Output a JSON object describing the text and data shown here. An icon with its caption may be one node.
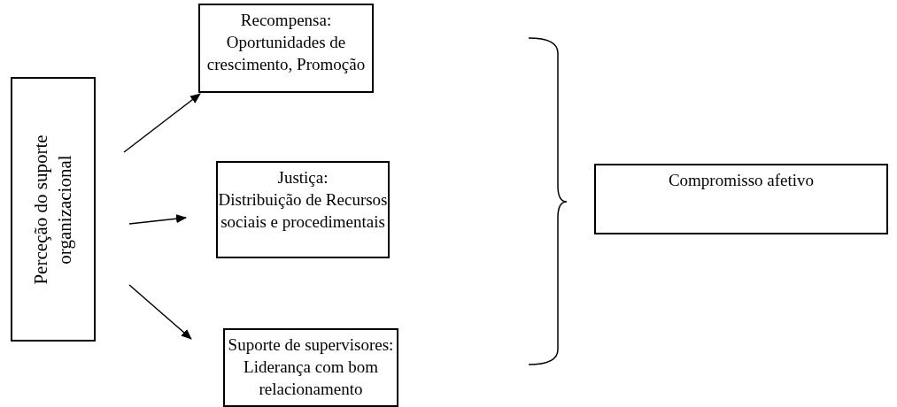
{
  "diagram": {
    "nodes": [
      {
        "text": [
          "Perceção do suporte organizacional"
        ]
      },
      {
        "text": [
          "Recompensa:",
          "Oportunidades de crescimento, Promoção"
        ]
      },
      {
        "text": [
          "Justiça:",
          "Distribuição de Recursos sociais e procedimentais"
        ]
      },
      {
        "text": [
          "Suporte de supervisores:",
          "Liderança com bom relacionamento"
        ]
      },
      {
        "text": [
          "Compromisso afetivo"
        ]
      }
    ],
    "edges": [
      {
        "from": 0,
        "to": 1,
        "arrow": "to"
      },
      {
        "from": 0,
        "to": 2,
        "arrow": "to"
      },
      {
        "from": 0,
        "to": 3,
        "arrow": "to"
      }
    ]
  }
}
